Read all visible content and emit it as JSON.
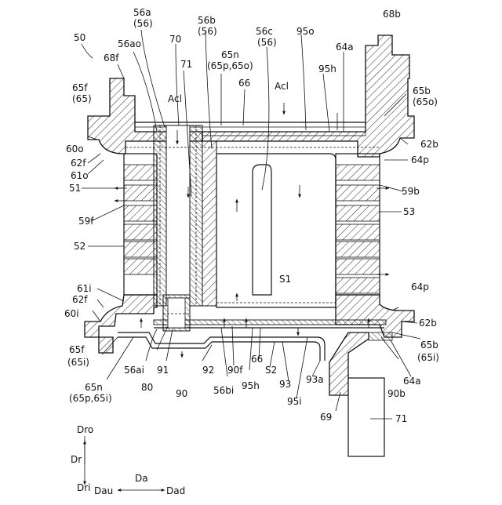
{
  "labels": {
    "l50": "50",
    "l56a": "56a",
    "l56a_sub": "(56)",
    "l56ao": "56ao",
    "l70": "70",
    "l56b": "56b",
    "l56b_sub": "(56)",
    "l65n_top": "65n",
    "l65n_top_sub": "(65p,65o)",
    "l56c": "56c",
    "l56c_sub": "(56)",
    "l95o": "95o",
    "l68b": "68b",
    "l68f": "68f",
    "l71_top": "71",
    "l66_top": "66",
    "l64a_top": "64a",
    "l95h_top": "95h",
    "l65f_top": "65f",
    "l65f_top_sub": "(65)",
    "lAcl_left": "Acl",
    "lAcl_right": "Acl",
    "l65b_top": "65b",
    "l65b_top_sub": "(65o)",
    "l60o": "60o",
    "l62b_top": "62b",
    "l62f_top": "62f",
    "l64p_top": "64p",
    "l61o": "61o",
    "l51": "51",
    "l59b": "59b",
    "l59f": "59f",
    "l53": "53",
    "l52": "52",
    "lS1": "S1",
    "l61i": "61i",
    "l64p_bot": "64p",
    "l62f_bot": "62f",
    "l60i": "60i",
    "l62b_bot": "62b",
    "l65b_bot": "65b",
    "l65b_bot_sub": "(65i)",
    "l65f_bot": "65f",
    "l65f_bot_sub": "(65i)",
    "l56ai": "56ai",
    "l91": "91",
    "l92": "92",
    "l90f": "90f",
    "l66_bot": "66",
    "lS2": "S2",
    "l93": "93",
    "l93a": "93a",
    "l90b": "90b",
    "l64a_bot": "64a",
    "l65n_bot": "65n",
    "l65n_bot_sub": "(65p,65i)",
    "l80": "80",
    "l90": "90",
    "l56bi": "56bi",
    "l95h_bot": "95h",
    "l95i": "95i",
    "l69": "69",
    "l71_bot": "71",
    "lDro": "Dro",
    "lDr": "Dr",
    "lDri": "Dri",
    "lDa": "Da",
    "lDau": "Dau",
    "lDad": "Dad"
  }
}
